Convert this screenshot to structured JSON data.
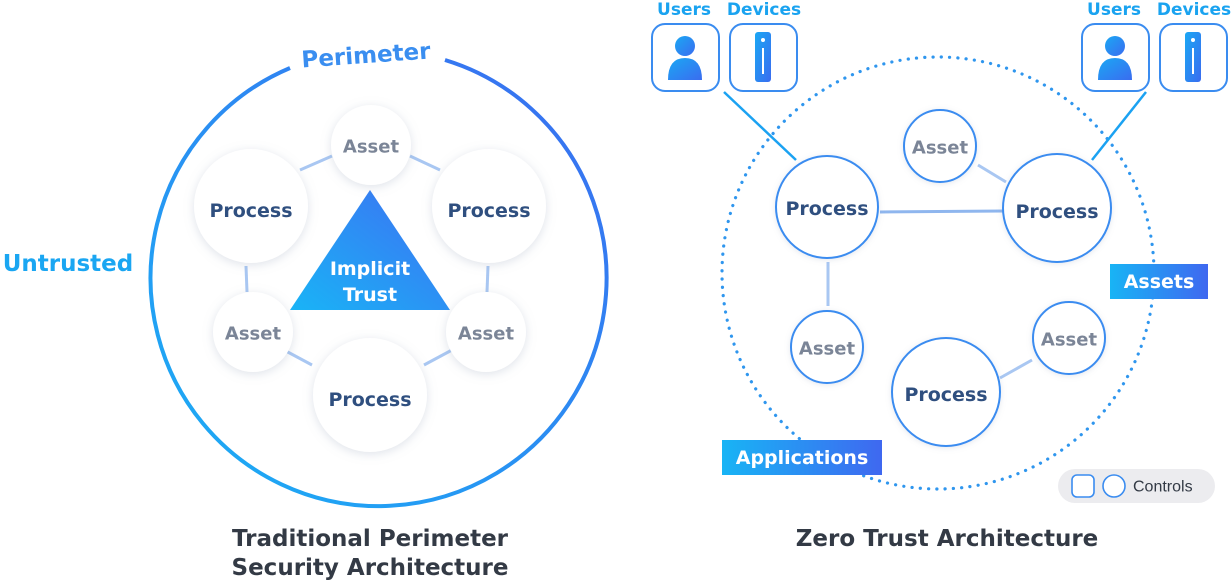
{
  "left": {
    "perimeter_label": "Perimeter",
    "untrusted_label": "Untrusted",
    "center_line1": "Implicit",
    "center_line2": "Trust",
    "process_label": "Process",
    "asset_label": "Asset",
    "caption_line1": "Traditional Perimeter",
    "caption_line2": "Security Architecture"
  },
  "right": {
    "users_label": "Users",
    "devices_label": "Devices",
    "process_label": "Process",
    "asset_label": "Asset",
    "assets_tag": "Assets",
    "applications_tag": "Applications",
    "controls_label": "Controls",
    "caption": "Zero Trust Architecture"
  },
  "colors": {
    "accent_blue": "#3a7ff0",
    "accent_cyan": "#1aa3f0",
    "process_text": "#2f4f7f",
    "asset_text": "#7b8597"
  }
}
